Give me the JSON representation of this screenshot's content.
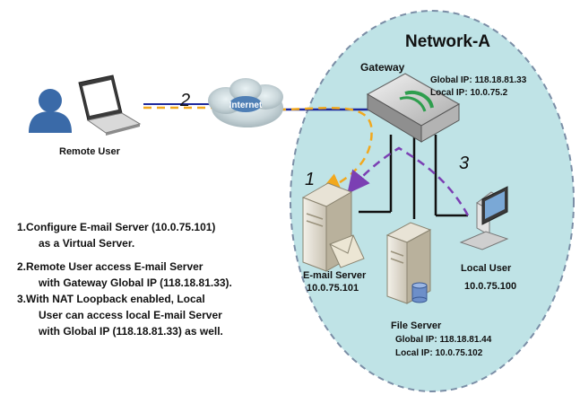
{
  "network": {
    "title": "Network-A"
  },
  "gateway": {
    "label": "Gateway",
    "global_ip": "Global IP: 118.18.81.33",
    "local_ip": "Local IP: 10.0.75.2"
  },
  "internet": {
    "label": "Internet"
  },
  "remote_user": {
    "label": "Remote User"
  },
  "email_server": {
    "label": "E-mail Server",
    "ip": "10.0.75.101"
  },
  "file_server": {
    "label": "File Server",
    "global_ip": "Global IP: 118.18.81.44",
    "local_ip": "Local IP: 10.0.75.102"
  },
  "local_user": {
    "label": "Local User",
    "ip": "10.0.75.100"
  },
  "paths": {
    "path_1": "1",
    "path_2": "2",
    "path_3": "3"
  },
  "notes": [
    "1.Configure E-mail Server (10.0.75.101)",
    "as a Virtual Server.",
    "2.Remote User access E-mail Server",
    "with Gateway Global IP (118.18.81.33).",
    "3.With NAT Loopback enabled, Local",
    "User can access local E-mail Server",
    "with Global IP (118.18.81.33)  as well."
  ],
  "colors": {
    "network_fill": "#bfe3e6",
    "network_border": "#7b8ea6",
    "link_line": "#1f2a9c",
    "orange_dash": "#f2a81d",
    "purple_dash": "#7b3fb3",
    "text": "#111111"
  }
}
